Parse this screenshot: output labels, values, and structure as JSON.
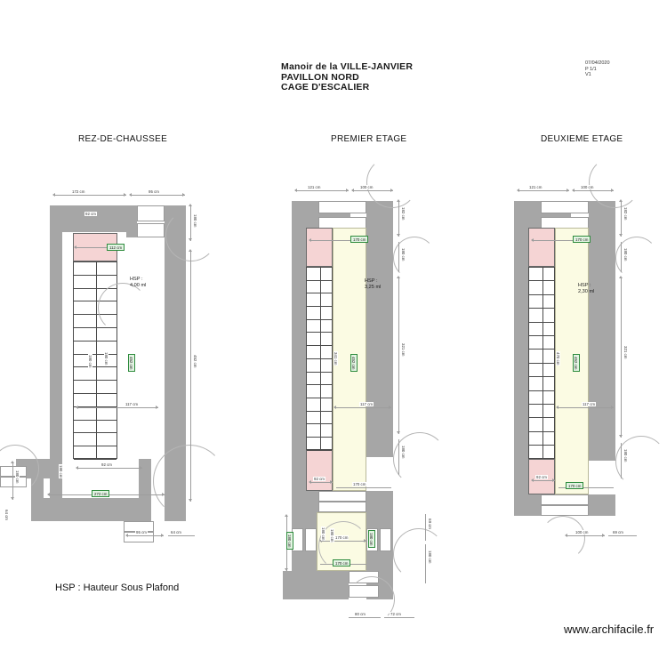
{
  "document": {
    "title_lines": [
      "Manoir de la VILLE-JANVIER",
      "PAVILLON NORD",
      "CAGE D'ESCALIER"
    ],
    "date": "07/04/2020",
    "page": "P 1/1",
    "version": "V1",
    "legend": "HSP : Hauteur Sous Plafond",
    "footer_url": "www.archifacile.fr"
  },
  "plans": [
    {
      "id": "rez-de-chaussee",
      "title": "REZ-DE-CHAUSSEE",
      "hsp_label": "HSP :",
      "hsp_value": "4,00 ml",
      "dimensions": {
        "top_left": "172 cm",
        "top_right": "95 cm",
        "inner_top": "92 cm",
        "landing_width_green": "112 cm",
        "stair_run": "117 cm",
        "right_top": "180 cm",
        "right_total": "452 cm",
        "bottom_inner": "92 cm",
        "bottom_total_green": "272 cm",
        "bottom_left": "95 cm",
        "bottom_right": "64 cm",
        "left_upper": "180 cm",
        "left_lower": "64 cm",
        "inner_v_a": "180 cm",
        "inner_v_b": "180 cm",
        "stair_v_green": "452 cm"
      }
    },
    {
      "id": "premier-etage",
      "title": "PREMIER ETAGE",
      "hsp_label": "HSP :",
      "hsp_value": "3,25 ml",
      "dimensions": {
        "top_left": "121 cm",
        "top_right": "100 cm",
        "landing_width_green": "170 cm",
        "right_top": "182 cm",
        "right_mid": "180 cm",
        "right_total": "321 cm",
        "right_bottom": "180 cm",
        "stair_run": "117 cm",
        "inner_v_a": "341 cm",
        "inner_v_green": "452 cm",
        "bottom_inner": "92 cm",
        "bottom_green": "170 cm",
        "annex_top": "170 cm",
        "annex_bottom_green": "170 cm",
        "annex_left_green": "180 cm",
        "annex_v_a": "180 cm",
        "annex_v_b": "180 cm",
        "annex_right_green": "180 cm",
        "annex_far_right_top": "69 cm",
        "annex_far_right_bottom": "180 cm",
        "bottom_left": "80 cm",
        "bottom_right": "72 cm"
      }
    },
    {
      "id": "deuxieme-etage",
      "title": "DEUXIEME ETAGE",
      "hsp_label": "HSP :",
      "hsp_value": "2,30 ml",
      "dimensions": {
        "top_left": "121 cm",
        "top_right": "100 cm",
        "landing_width_green": "170 cm",
        "right_top": "182 cm",
        "right_mid": "180 cm",
        "right_total": "321 cm",
        "right_bottom": "180 cm",
        "stair_run": "117 cm",
        "inner_v_a": "470 cm",
        "inner_v_green": "452 cm",
        "bottom_inner": "92 cm",
        "bottom_green": "170 cm",
        "bottom_left": "100 cm",
        "bottom_right": "69 cm"
      }
    }
  ],
  "colors": {
    "wall": "#a6a6a6",
    "room_yellow": "#fbfbe3",
    "room_pink": "#f5d4d4",
    "dimension": "#9d9d9d",
    "green_box": "#2e8b3d"
  }
}
